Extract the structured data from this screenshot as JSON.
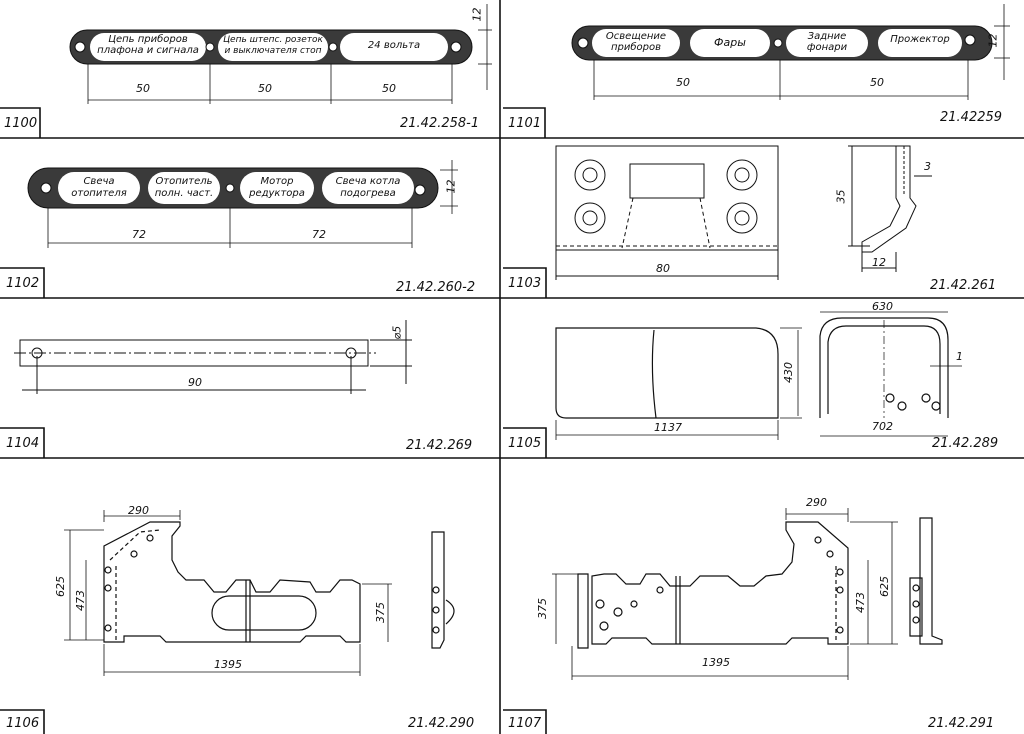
{
  "sheet": {
    "cells": [
      {
        "number": "1100",
        "code": "21.42.258-1",
        "labels": [
          "Цепь приборов",
          "плафона и сигнала",
          "Цепь штепс. розеток",
          "и выключателя стоп",
          "24 вольта"
        ],
        "dims": [
          "50",
          "50",
          "50",
          "12"
        ]
      },
      {
        "number": "1101",
        "code": "21.42259",
        "labels": [
          "Освещение",
          "приборов",
          "Фары",
          "Задние",
          "фонари",
          "Прожектор"
        ],
        "dims": [
          "50",
          "50",
          "12"
        ]
      },
      {
        "number": "1102",
        "code": "21.42.260-2",
        "labels": [
          "Свеча",
          "отопителя",
          "Отопитель",
          "полн. част.",
          "Мотор",
          "редуктора",
          "Свеча котла",
          "подогрева"
        ],
        "dims": [
          "72",
          "72",
          "12"
        ]
      },
      {
        "number": "1103",
        "code": "21.42.261",
        "dims": [
          "80",
          "35",
          "3",
          "12"
        ]
      },
      {
        "number": "1104",
        "code": "21.42.269",
        "dims": [
          "90",
          "⌀5"
        ]
      },
      {
        "number": "1105",
        "code": "21.42.289",
        "dims": [
          "1137",
          "430",
          "630",
          "1",
          "702"
        ]
      },
      {
        "number": "1106",
        "code": "21.42.290",
        "dims": [
          "290",
          "625",
          "473",
          "375",
          "1395"
        ]
      },
      {
        "number": "1107",
        "code": "21.42.291",
        "dims": [
          "290",
          "375",
          "473",
          "625",
          "1395"
        ]
      }
    ]
  }
}
